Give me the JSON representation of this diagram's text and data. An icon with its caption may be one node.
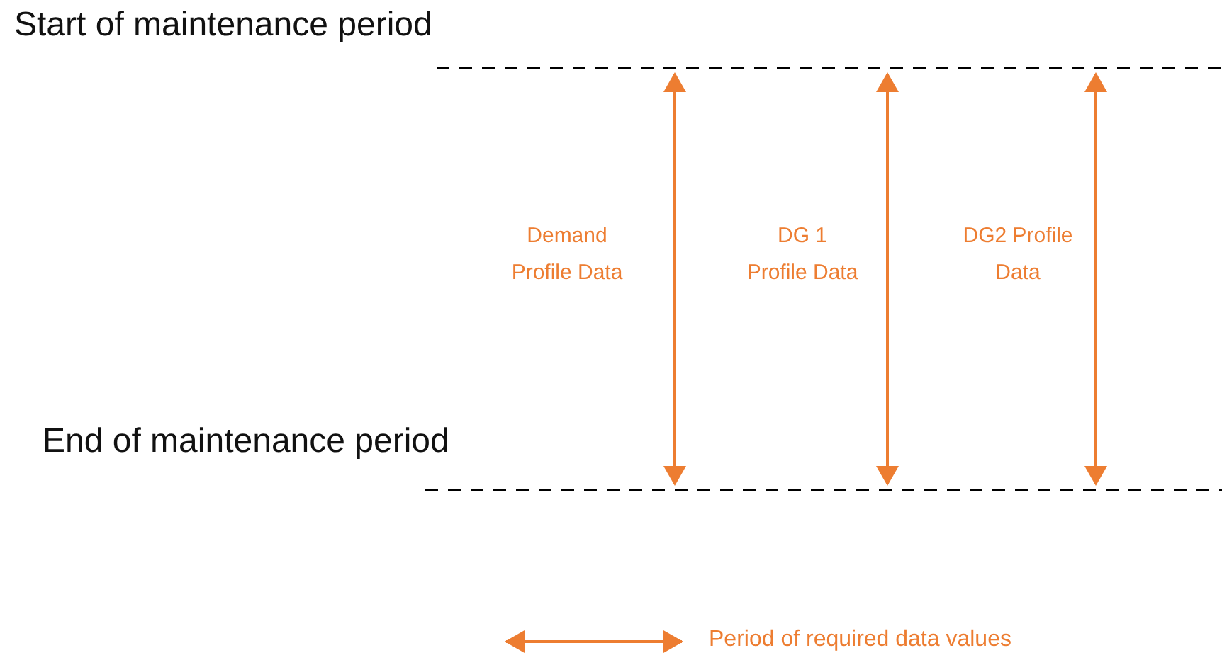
{
  "diagram": {
    "nodes": [
      {
        "text": [],
        "shape": "line",
        "beside": [
          "Start of maintenance period"
        ]
      },
      {
        "text": [],
        "shape": "line",
        "beside": [
          "End of maintenance period"
        ]
      }
    ],
    "edges": [
      {
        "from": 0,
        "to": 1,
        "arrow": "both",
        "label": "Demand Profile Data"
      },
      {
        "from": 0,
        "to": 1,
        "arrow": "both",
        "label": "DG 1 Profile Data"
      },
      {
        "from": 0,
        "to": 1,
        "arrow": "both",
        "label": "DG2 Profile Data"
      }
    ],
    "legend": [
      {
        "text": "Period of required data values"
      }
    ]
  }
}
